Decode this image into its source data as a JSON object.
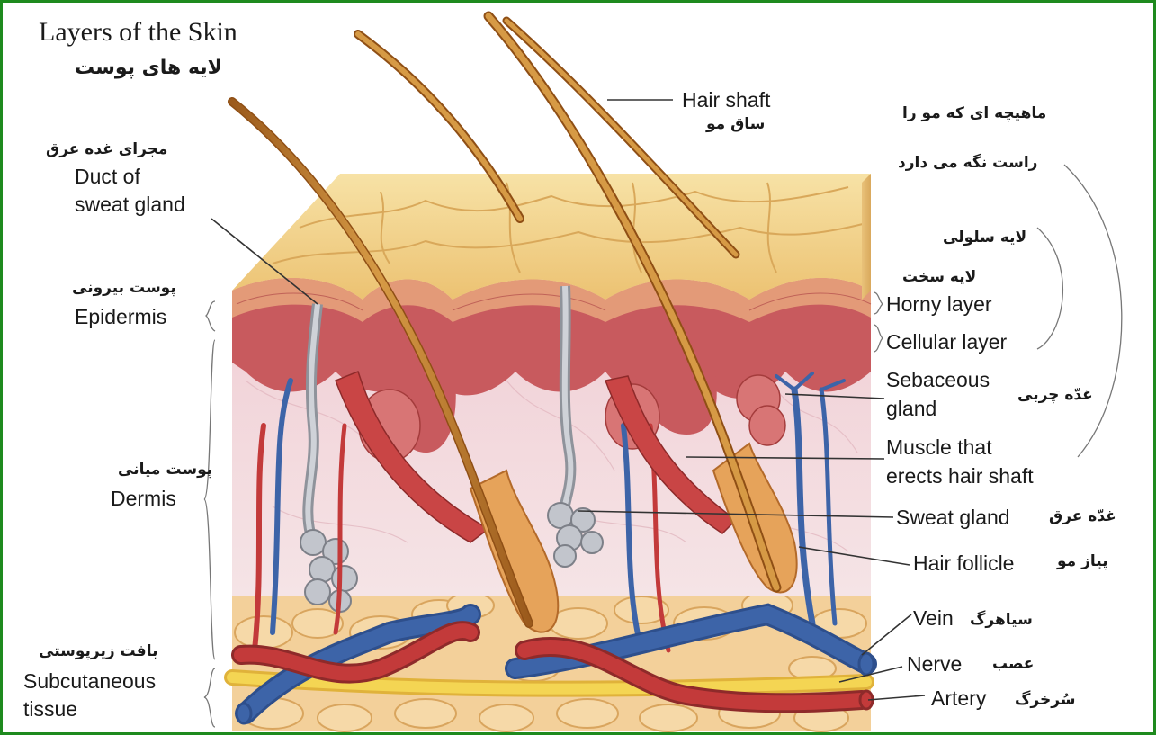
{
  "title": {
    "en": "Layers of the Skin",
    "fa": "لایه های پوست"
  },
  "labels": {
    "duct_fa": "مجرای غده عرق",
    "duct_en_1": "Duct of",
    "duct_en_2": "sweat gland",
    "epidermis_fa": "پوست بیرونی",
    "epidermis_en": "Epidermis",
    "dermis_fa": "پوست میانی",
    "dermis_en": "Dermis",
    "subcut_fa": "بافت زیرپوستی",
    "subcut_en_1": "Subcutaneous",
    "subcut_en_2": "tissue",
    "hair_shaft_en": "Hair shaft",
    "hair_shaft_fa": "ساق مو",
    "muscle_fa_1": "ماهیچه ای که مو را",
    "muscle_fa_2": "راست نگه می دارد",
    "cellular_fa": "لایه سلولی",
    "horny_fa": "لایه سخت",
    "horny_en": "Horny layer",
    "cellular_en": "Cellular layer",
    "sebaceous_en_1": "Sebaceous",
    "sebaceous_en_2": "gland",
    "sebaceous_fa": "غدّه چربی",
    "muscle_en_1": "Muscle that",
    "muscle_en_2": "erects hair shaft",
    "sweat_en": "Sweat gland",
    "sweat_fa": "غدّه عرق",
    "follicle_en": "Hair follicle",
    "follicle_fa": "پیاز مو",
    "vein_en": "Vein",
    "vein_fa": "سیاهرگ",
    "nerve_en": "Nerve",
    "nerve_fa": "عصب",
    "artery_en": "Artery",
    "artery_fa": "سُرخرگ"
  },
  "colors": {
    "frame": "#1e8a1e",
    "surface": "#f3d58a",
    "epidermis": "#c8585a",
    "dermis": "#f2d8dc",
    "hair": "#c27a2a",
    "vein": "#3d64a8",
    "artery": "#c33a3a",
    "nerve": "#f4d553",
    "fat": "#f0c890",
    "sweat_gland": "#b9bcc4"
  }
}
